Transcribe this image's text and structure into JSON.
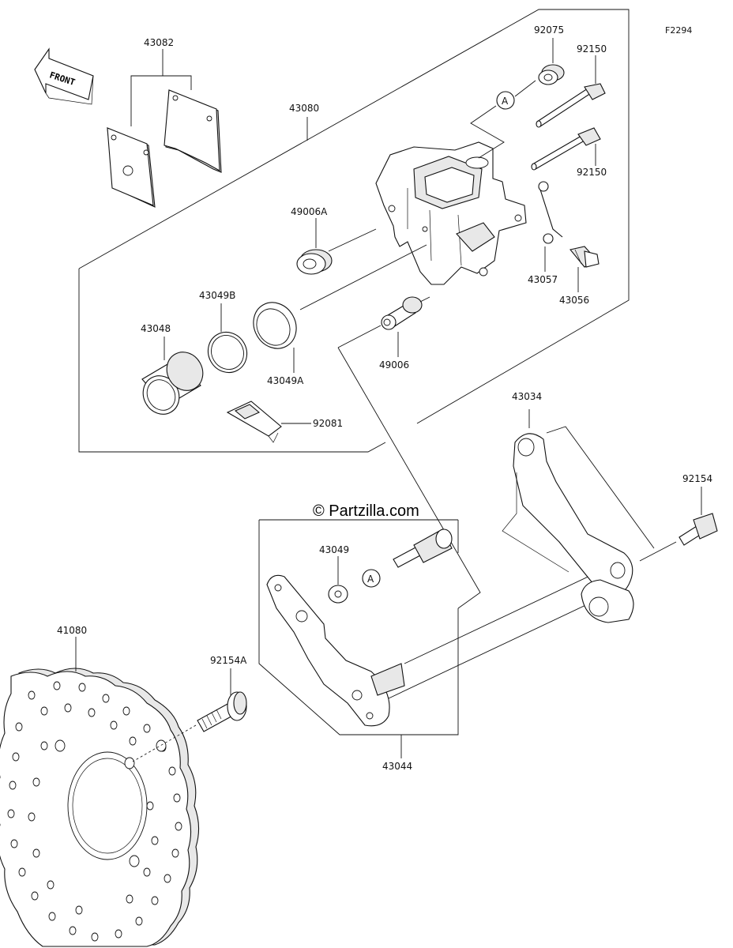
{
  "figure_code": "F2294",
  "watermark": "© Partzilla.com",
  "front_arrow_text": "FRONT",
  "ref_marker": "A",
  "parts": {
    "p43082": "43082",
    "p43080": "43080",
    "p92075": "92075",
    "p92150_top": "92150",
    "p92150_bottom": "92150",
    "p49006A": "49006A",
    "p43049B": "43049B",
    "p43048": "43048",
    "p43049A": "43049A",
    "p92081": "92081",
    "p49006": "49006",
    "p43057": "43057",
    "p43056": "43056",
    "p43034": "43034",
    "p92154": "92154",
    "p43049": "43049",
    "p41080": "41080",
    "p92154A": "92154A",
    "p43044": "43044"
  }
}
